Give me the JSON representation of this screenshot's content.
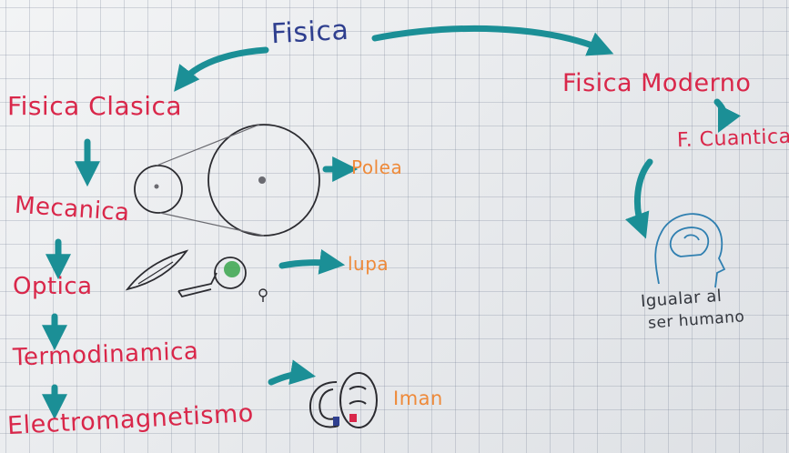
{
  "colors": {
    "teal_arrow": "#1b8f96",
    "red_text": "#d9274a",
    "blue_text": "#2f3f8f",
    "orange_text": "#ee8a3a",
    "pen_black": "#2b2b30",
    "green_fill": "#3aa64c"
  },
  "root": {
    "label": "Fisica"
  },
  "classical": {
    "label": "Fisica Clasica",
    "branches": [
      "Mecanica",
      "Optica",
      "Termodinamica",
      "Electromagnetismo"
    ]
  },
  "modern": {
    "label": "Fisica Moderno",
    "sub": "F. Cuantica",
    "note_line1": "Igualar al",
    "note_line2": "ser humano"
  },
  "examples": {
    "pulley": "Polea",
    "lens": "lupa",
    "magnet": "Iman"
  },
  "icons": [
    "pulley-drawing",
    "lens-drawing",
    "flower-drawing",
    "magnet-drawing",
    "human-head-drawing"
  ]
}
